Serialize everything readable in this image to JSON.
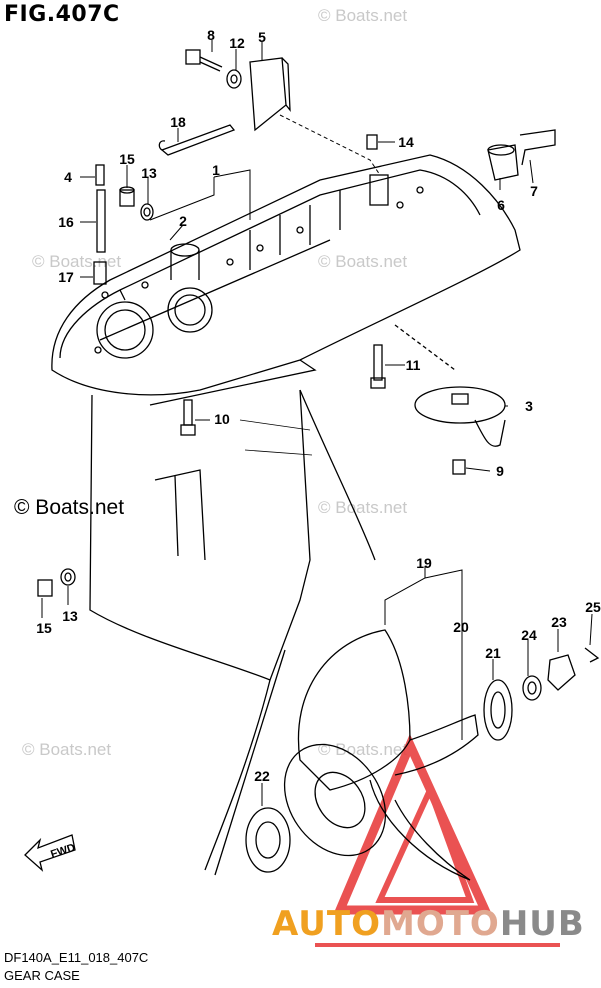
{
  "figure": {
    "title": "FIG.407C",
    "model_code": "DF140A_E11_018_407C",
    "caption": "GEAR CASE"
  },
  "watermarks": {
    "main": "© Boats.net",
    "faint": "© Boats.net"
  },
  "brand": {
    "part1": "AUTO",
    "part2": "MOTO",
    "part3": "HUB",
    "colors": {
      "auto": "#f0a020",
      "moto": "#e0a890",
      "hub": "#8a8a8a",
      "triangle": "#e84040"
    }
  },
  "fwd_label": "FWD",
  "callouts": {
    "c1": "1",
    "c2": "2",
    "c3": "3",
    "c4": "4",
    "c5": "5",
    "c6": "6",
    "c7": "7",
    "c8": "8",
    "c9": "9",
    "c10": "10",
    "c11": "11",
    "c12": "12",
    "c13a": "13",
    "c13b": "13",
    "c14": "14",
    "c15a": "15",
    "c15b": "15",
    "c16": "16",
    "c17": "17",
    "c18": "18",
    "c19": "19",
    "c20": "20",
    "c21": "21",
    "c22": "22",
    "c23": "23",
    "c24": "24",
    "c25": "25"
  }
}
